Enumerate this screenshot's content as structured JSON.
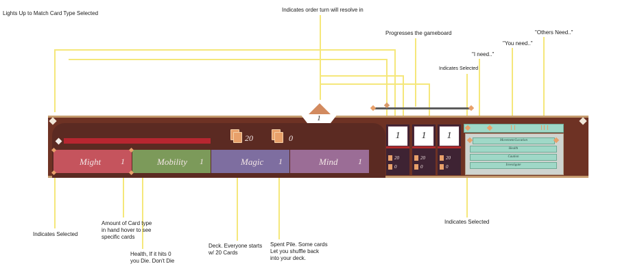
{
  "annotations": {
    "lights_up": "Lights Up to Match Card Type Selected",
    "order_turn": "Indicates order turn will resolve in",
    "progresses": "Progresses the gameboard",
    "others_need": "\"Others Need..\"",
    "you_need": "\"You need..\"",
    "i_need": "\"I need..\"",
    "indicates_selected_top": "Indicates Selected",
    "indicates_selected_left": "Indicates Selected",
    "indicates_selected_right": "Indicates Selected",
    "amount_card": "Amount of Card type in hand hover to see specific cards",
    "health": "Health, If it hits 0 you Die. Don't Die",
    "deck": "Deck. Everyone starts w/ 20 Cards",
    "spent": "Spent Pile. Some cards Let you shuffle back into your deck."
  },
  "turn_indicator": {
    "value": "1"
  },
  "deck": {
    "count": "20"
  },
  "spent": {
    "count": "0"
  },
  "health": {
    "level": 1.0
  },
  "card_types": [
    {
      "name": "Might",
      "count": "1",
      "color": "#c5545d"
    },
    {
      "name": "Mobility",
      "count": "1",
      "color": "#7c9a5a"
    },
    {
      "name": "Magic",
      "count": "1",
      "color": "#7e6ea0"
    },
    {
      "name": "Mind",
      "count": "1",
      "color": "#9b6d96"
    }
  ],
  "players": [
    {
      "turn": "1",
      "deck": "20",
      "spent": "0"
    },
    {
      "turn": "1",
      "deck": "20",
      "spent": "0"
    },
    {
      "turn": "1",
      "deck": "20",
      "spent": "0"
    }
  ],
  "needs": {
    "header": "Movement/Location",
    "rows": [
      "Health",
      "Caution",
      "Investigate"
    ]
  },
  "colors": {
    "hud_frame": "#6e3224",
    "hud_border": "#c59b6e",
    "health_bar": "#b72630",
    "highlight": "#f5e77a",
    "need_accent": "#9fd8c7"
  }
}
